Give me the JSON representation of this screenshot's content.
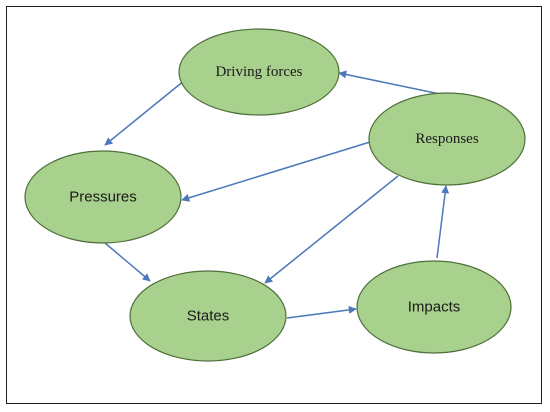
{
  "diagram": {
    "type": "cycle-flow",
    "node_fill": "#a9d18e",
    "node_stroke": "#4f6f3a",
    "arrow_color": "#4a78b8",
    "nodes": [
      {
        "id": "driving",
        "label": "Driving forces"
      },
      {
        "id": "pressures",
        "label": "Pressures"
      },
      {
        "id": "states",
        "label": "States"
      },
      {
        "id": "impacts",
        "label": "Impacts"
      },
      {
        "id": "responses",
        "label": "Responses"
      }
    ],
    "edges": [
      {
        "from": "driving",
        "to": "pressures"
      },
      {
        "from": "pressures",
        "to": "states"
      },
      {
        "from": "states",
        "to": "impacts"
      },
      {
        "from": "impacts",
        "to": "responses"
      },
      {
        "from": "responses",
        "to": "driving"
      },
      {
        "from": "responses",
        "to": "pressures"
      },
      {
        "from": "responses",
        "to": "states"
      }
    ]
  }
}
